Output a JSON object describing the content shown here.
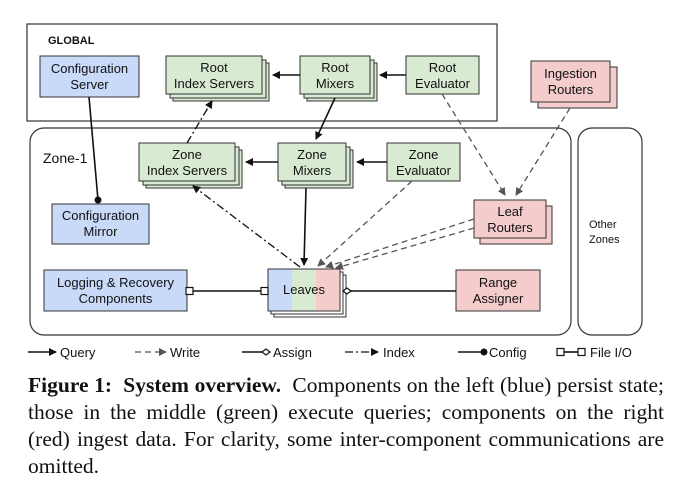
{
  "regions": {
    "global": "GLOBAL",
    "zone1": "Zone-1",
    "other_zones": [
      "Other",
      "Zones"
    ]
  },
  "components": {
    "configuration_server": [
      "Configuration",
      "Server"
    ],
    "root_index_servers": [
      "Root",
      "Index Servers"
    ],
    "root_mixers": [
      "Root",
      "Mixers"
    ],
    "root_evaluator": [
      "Root",
      "Evaluator"
    ],
    "ingestion_routers": [
      "Ingestion",
      "Routers"
    ],
    "zone_index_servers": [
      "Zone",
      "Index Servers"
    ],
    "zone_mixers": [
      "Zone",
      "Mixers"
    ],
    "zone_evaluator": [
      "Zone",
      "Evaluator"
    ],
    "configuration_mirror": [
      "Configuration",
      "Mirror"
    ],
    "leaf_routers": [
      "Leaf",
      "Routers"
    ],
    "logging_recovery": [
      "Logging & Recovery",
      "Components"
    ],
    "leaves": [
      "Leaves"
    ],
    "range_assigner": [
      "Range",
      "Assigner"
    ]
  },
  "legend": [
    "Query",
    "Write",
    "Assign",
    "Index",
    "Config",
    "File I/O"
  ],
  "colors": {
    "blue_fill": "#c9daf8",
    "green_fill": "#d9ead3",
    "red_fill": "#f4cccc",
    "stroke": "#333333"
  },
  "caption": {
    "label": "Figure 1:",
    "title": "System overview.",
    "text": "Components on the left (blue) persist state; those in the middle (green) execute queries; components on the right (red) ingest data. For clarity, some inter-component communications are omitted."
  }
}
